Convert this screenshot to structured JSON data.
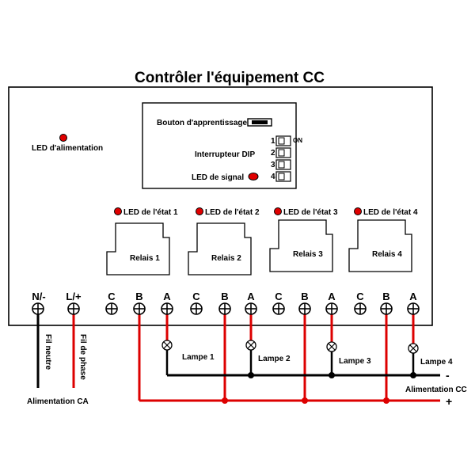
{
  "title": "Contrôler l'équipement CC",
  "power_led": {
    "label": "LED d'alimentation",
    "color": "#e00000"
  },
  "control_box": {
    "learn_button_label": "Bouton d'apprentissage",
    "dip_label": "Interrupteur DIP",
    "dip_on_label": "ON",
    "dip_numbers": [
      "1",
      "2",
      "3",
      "4"
    ],
    "signal_led_label": "LED de signal"
  },
  "status_leds": [
    {
      "label": "LED de l'état 1"
    },
    {
      "label": "LED de l'état 2"
    },
    {
      "label": "LED de l'état 3"
    },
    {
      "label": "LED de l'état 4"
    }
  ],
  "relays": [
    {
      "label": "Relais 1"
    },
    {
      "label": "Relais 2"
    },
    {
      "label": "Relais 3"
    },
    {
      "label": "Relais 4"
    }
  ],
  "terminals": {
    "power": [
      "N/-",
      "L/+"
    ],
    "relay_terminals": [
      "C",
      "B",
      "A",
      "C",
      "B",
      "A",
      "C",
      "B",
      "A",
      "C",
      "B",
      "A"
    ]
  },
  "wires": {
    "neutral": "Fil neutre",
    "phase": "Fil de phase",
    "ac_supply": "Alimentation CA",
    "dc_supply": "Alimentation CC",
    "minus": "-",
    "plus": "+"
  },
  "lamps": [
    "Lampe 1",
    "Lampe 2",
    "Lampe 3",
    "Lampe 4"
  ],
  "colors": {
    "red_wire": "#dd0000",
    "black_wire": "#000000",
    "led_red": "#e00000"
  }
}
